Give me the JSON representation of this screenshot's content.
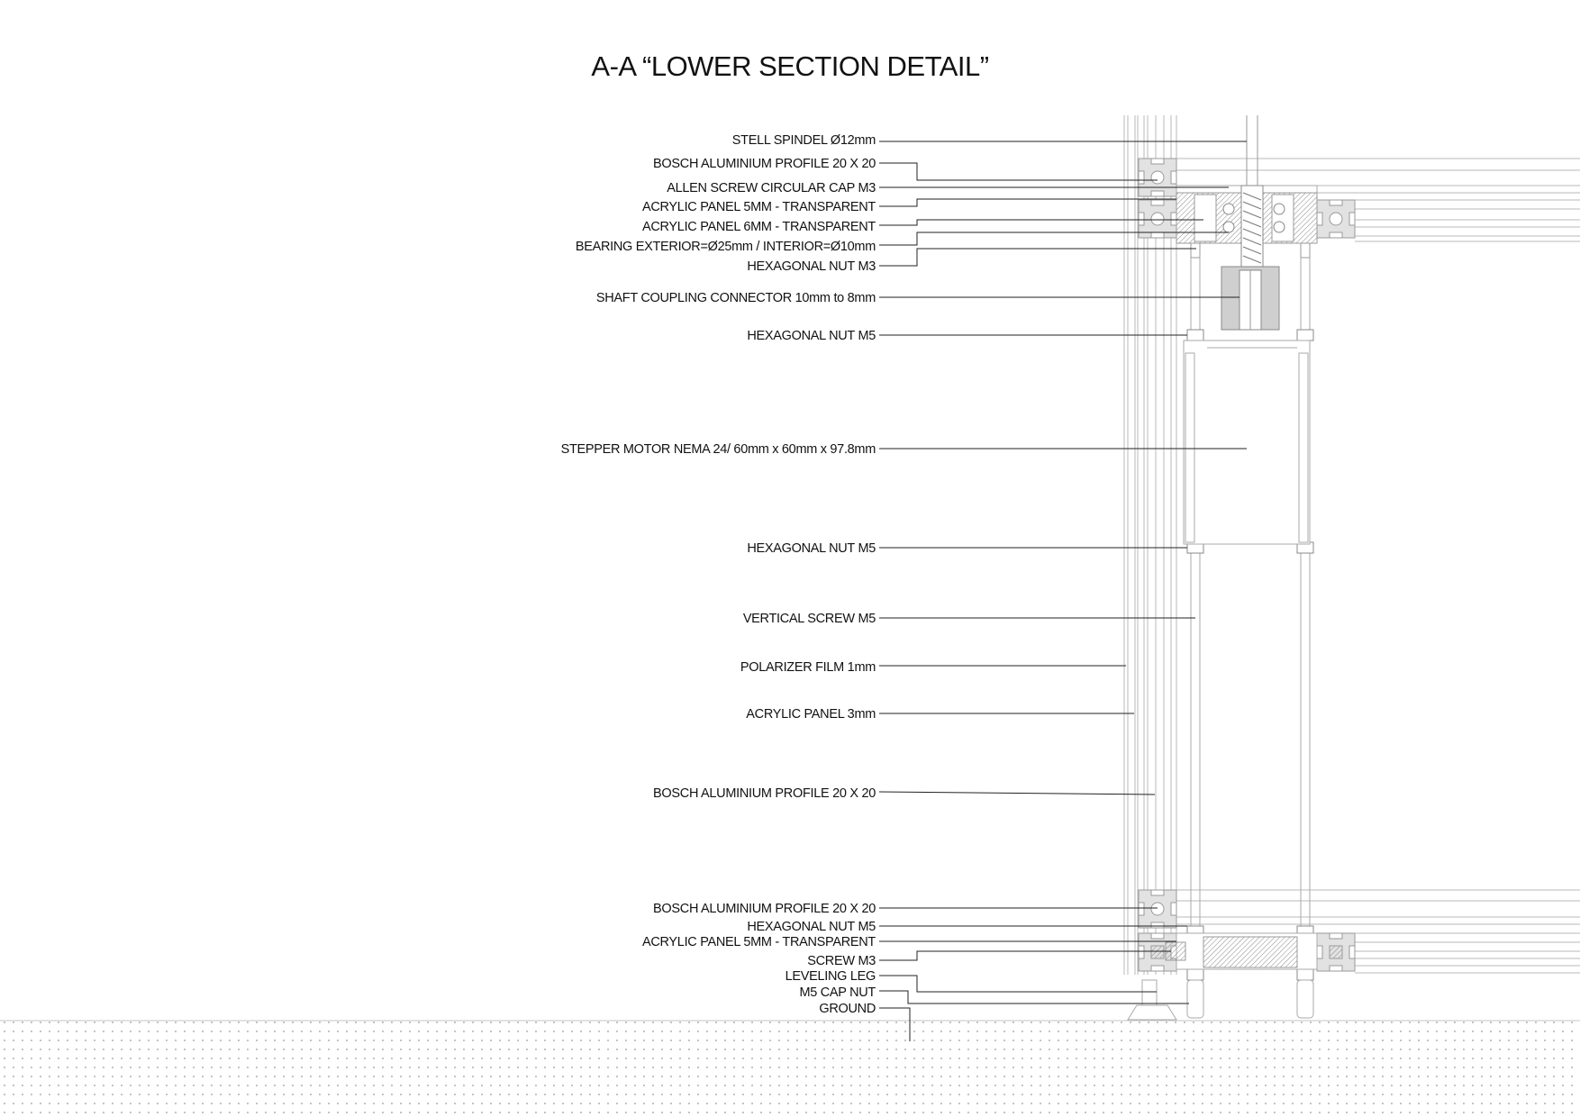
{
  "title": "A-A “LOWER SECTION DETAIL”",
  "callouts": [
    {
      "id": "steel-spindle",
      "text": "STELL SPINDEL Ø12mm"
    },
    {
      "id": "bosch-profile-top",
      "text": "BOSCH ALUMINIUM PROFILE 20 X 20"
    },
    {
      "id": "allen-screw",
      "text": "ALLEN SCREW CIRCULAR CAP M3"
    },
    {
      "id": "acrylic-5mm-top",
      "text": "ACRYLIC PANEL 5MM - TRANSPARENT"
    },
    {
      "id": "acrylic-6mm",
      "text": "ACRYLIC PANEL 6MM - TRANSPARENT"
    },
    {
      "id": "bearing",
      "text": "BEARING EXTERIOR=Ø25mm / INTERIOR=Ø10mm"
    },
    {
      "id": "hex-nut-m3",
      "text": "HEXAGONAL NUT M3"
    },
    {
      "id": "shaft-coupling",
      "text": "SHAFT COUPLING CONNECTOR 10mm to 8mm"
    },
    {
      "id": "hex-nut-m5-upper",
      "text": "HEXAGONAL NUT M5"
    },
    {
      "id": "stepper-motor",
      "text": "STEPPER MOTOR NEMA 24/ 60mm x 60mm x 97.8mm"
    },
    {
      "id": "hex-nut-m5-middle",
      "text": "HEXAGONAL NUT M5"
    },
    {
      "id": "vertical-screw",
      "text": "VERTICAL SCREW M5"
    },
    {
      "id": "polarizer-film",
      "text": "POLARIZER FILM 1mm"
    },
    {
      "id": "acrylic-3mm",
      "text": "ACRYLIC PANEL 3mm"
    },
    {
      "id": "bosch-profile-middle",
      "text": "BOSCH ALUMINIUM PROFILE 20 X 20"
    },
    {
      "id": "bosch-profile-bottom",
      "text": "BOSCH ALUMINIUM PROFILE 20 X 20"
    },
    {
      "id": "hex-nut-m5-lower",
      "text": "HEXAGONAL NUT M5"
    },
    {
      "id": "acrylic-5mm-bottom",
      "text": "ACRYLIC PANEL 5MM - TRANSPARENT"
    },
    {
      "id": "screw-m3",
      "text": "SCREW M3"
    },
    {
      "id": "leveling-leg",
      "text": "LEVELING LEG"
    },
    {
      "id": "m5-cap-nut",
      "text": "M5 CAP NUT"
    },
    {
      "id": "ground",
      "text": "GROUND"
    }
  ]
}
